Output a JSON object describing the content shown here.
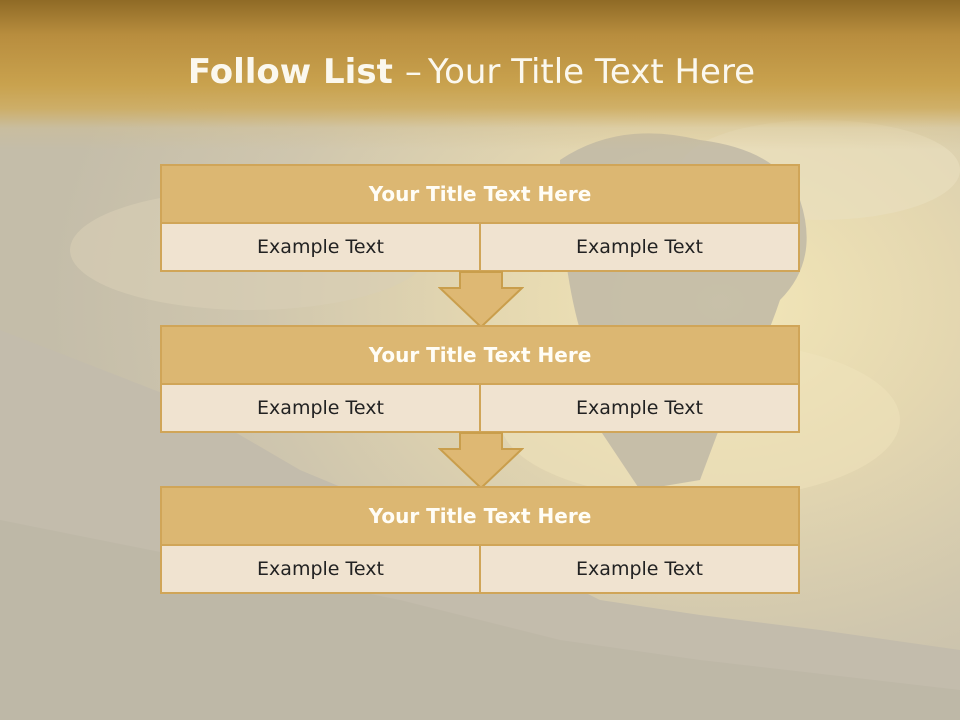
{
  "header": {
    "title_main": "Follow List",
    "title_separator": "–",
    "title_sub": "Your Title Text Here"
  },
  "steps": [
    {
      "title": "Your Title Text Here",
      "cells": [
        "Example Text",
        "Example Text"
      ]
    },
    {
      "title": "Your Title Text Here",
      "cells": [
        "Example Text",
        "Example Text"
      ]
    },
    {
      "title": "Your Title Text Here",
      "cells": [
        "Example Text",
        "Example Text"
      ]
    }
  ],
  "colors": {
    "header_gold": "#c9a24e",
    "block_head": "#dcb772",
    "block_body": "#f0e3d0",
    "border": "#d0a558",
    "arrow_fill": "#deb873"
  },
  "background_image": "silhouette-cyclist-sunset-sky"
}
